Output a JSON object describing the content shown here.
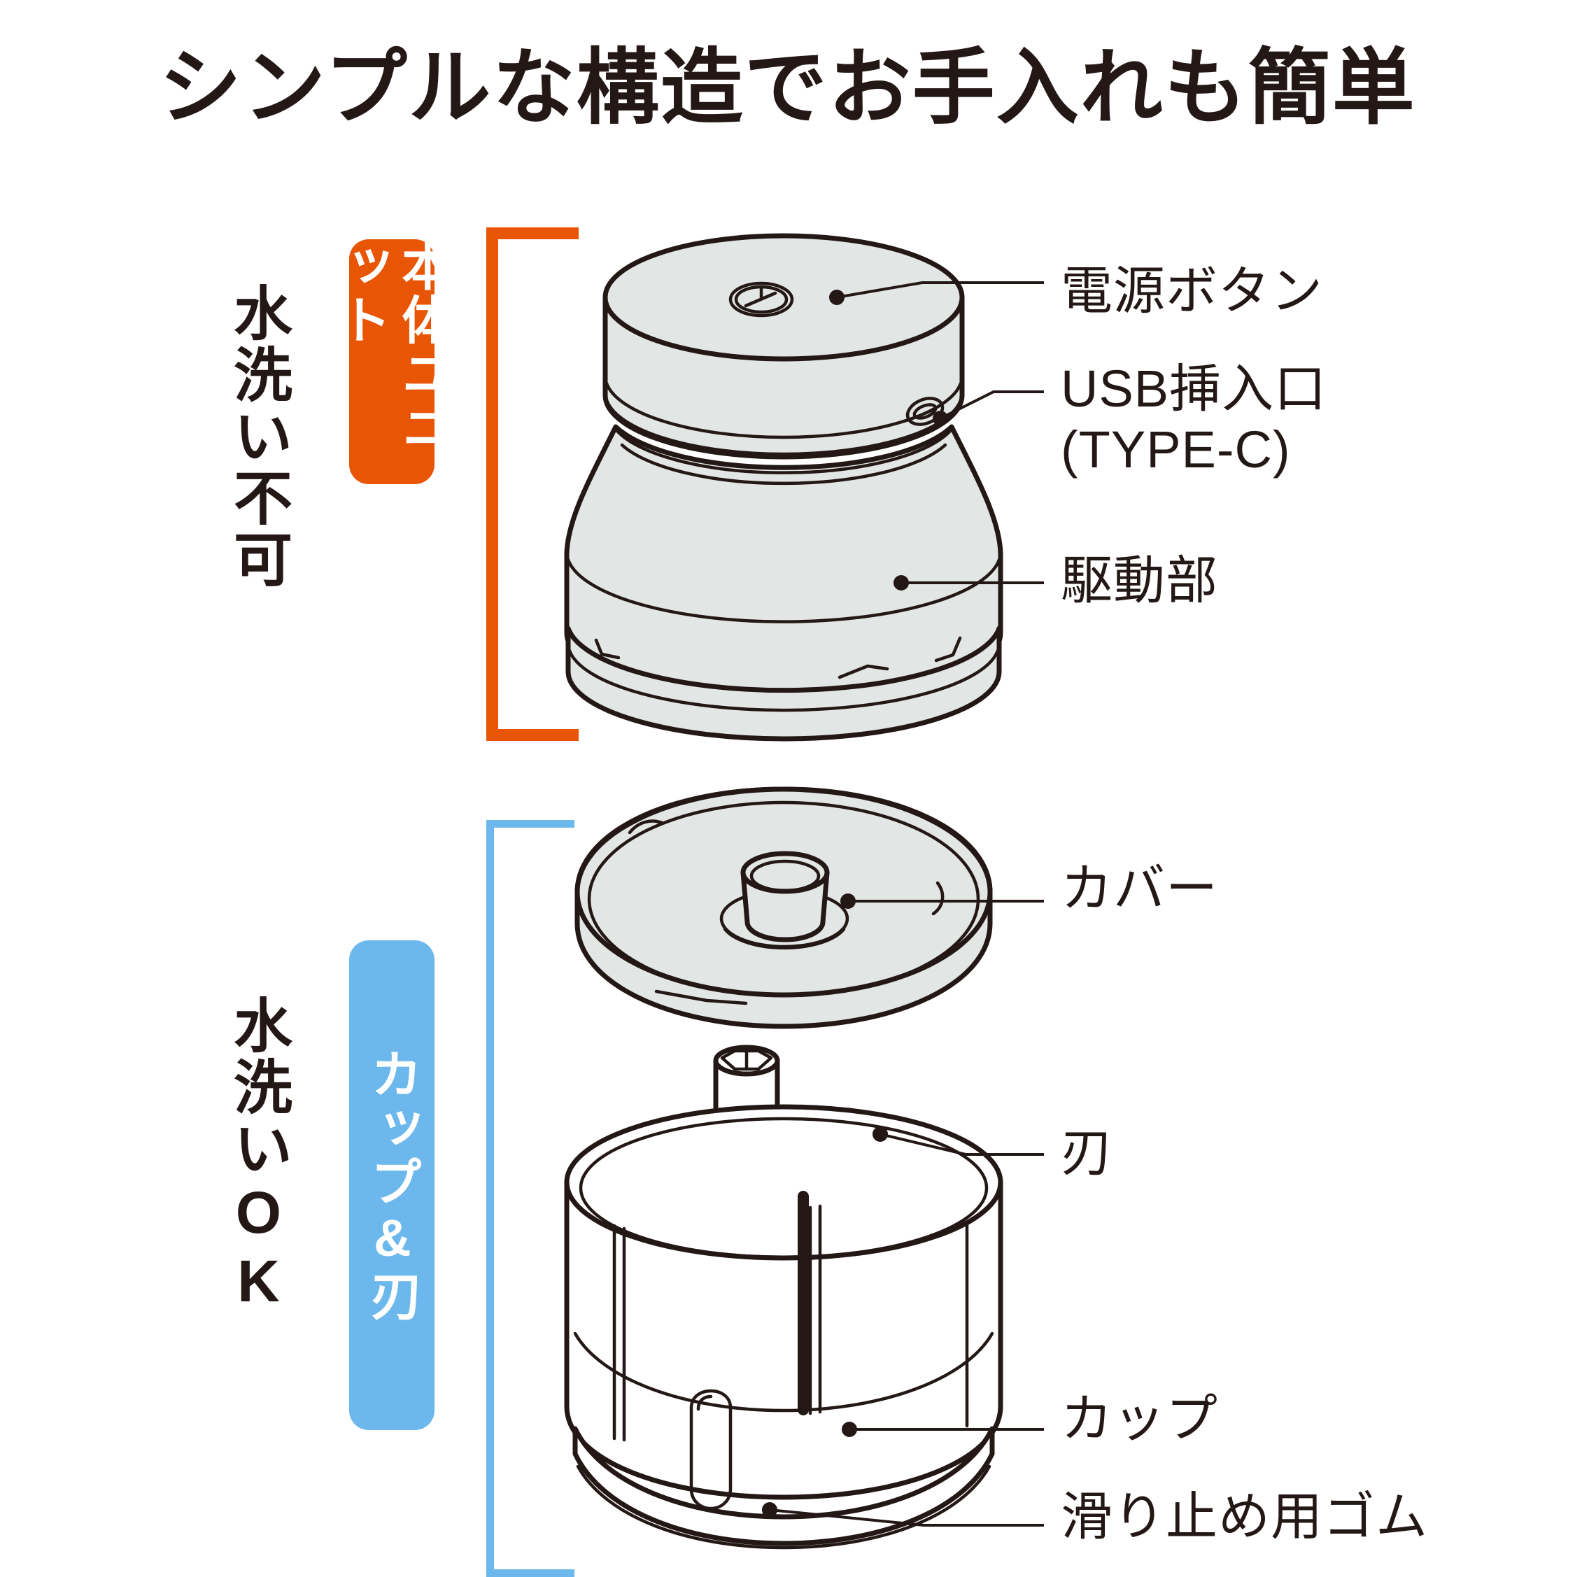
{
  "page": {
    "title": "シンプルな構造でお手入れも簡単",
    "background": "#ffffff",
    "ink": "#231815"
  },
  "groups": [
    {
      "id": "body-unit",
      "wash_label": "水洗い不可",
      "badge_label": "本体ユニット",
      "badge_color": "#E85504",
      "bracket_color": "#E85504"
    },
    {
      "id": "cup-blade",
      "wash_label": "水洗いOK",
      "badge_label": "カップ&刃",
      "badge_color": "#6CB8EC",
      "bracket_color": "#6CB8EC"
    }
  ],
  "callouts": [
    {
      "id": "power-button",
      "label": "電源ボタン"
    },
    {
      "id": "usb-port",
      "label": "USB挿入口\n(TYPE-C)"
    },
    {
      "id": "drive-unit",
      "label": "駆動部"
    },
    {
      "id": "cover",
      "label": "カバー"
    },
    {
      "id": "blade",
      "label": "刃"
    },
    {
      "id": "cup",
      "label": "カップ"
    },
    {
      "id": "anti-slip-rubber",
      "label": "滑り止め用ゴム"
    }
  ],
  "illustration": {
    "parts": [
      "motor-top-cap",
      "motor-drive-body",
      "lid-cover",
      "blade-assembly",
      "cup",
      "anti-slip-rubber-base"
    ],
    "fill": "#E2E6E4",
    "outline": "#231815"
  }
}
